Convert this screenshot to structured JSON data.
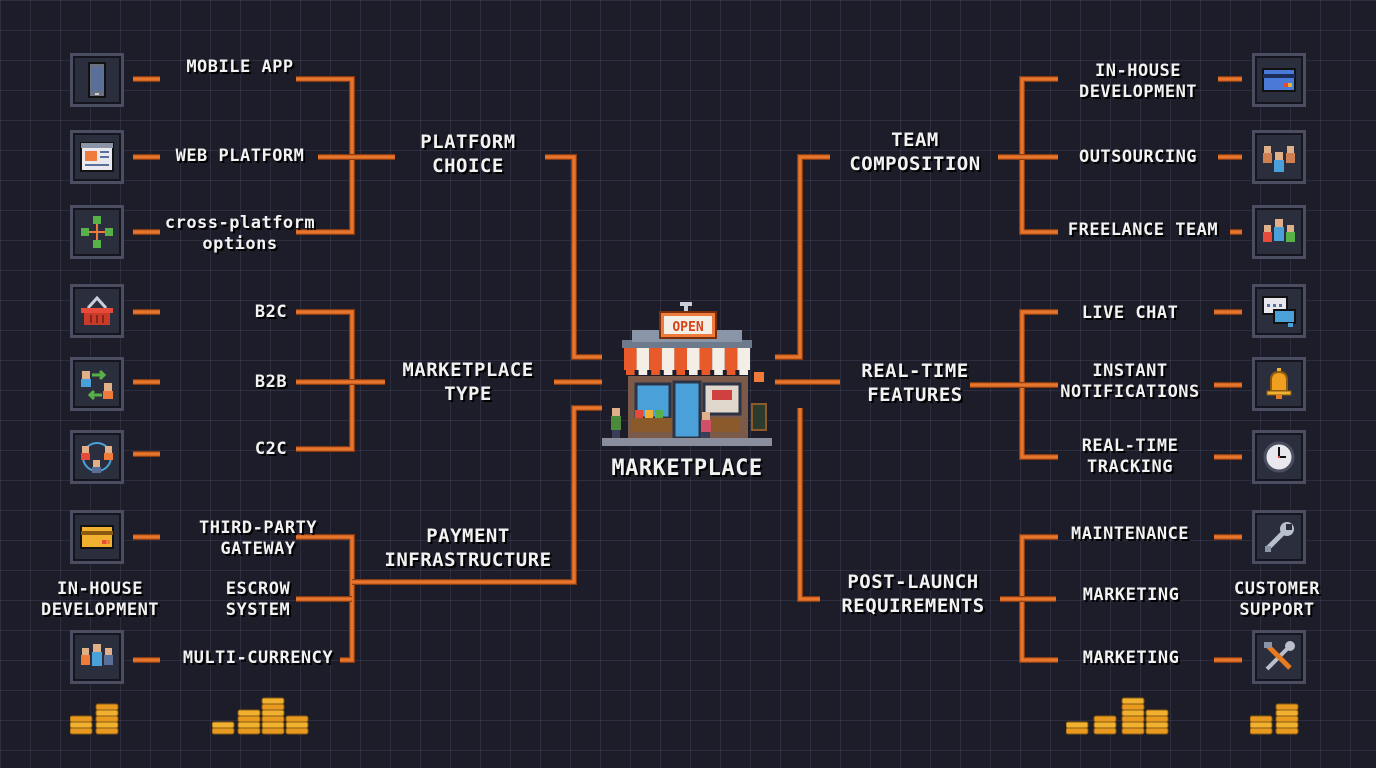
{
  "center": {
    "title": "MARKETPLACE",
    "sign": "OPEN"
  },
  "left": {
    "platform": {
      "title": [
        "PLATFORM",
        "CHOICE"
      ],
      "items": [
        {
          "label": [
            "MOBILE APP"
          ],
          "icon": "phone-icon"
        },
        {
          "label": [
            "WEB PLATFORM"
          ],
          "icon": "browser-icon"
        },
        {
          "label": [
            "cross-platform",
            "options"
          ],
          "icon": "network-icon"
        }
      ]
    },
    "type": {
      "title": [
        "MARKETPLACE",
        "TYPE"
      ],
      "items": [
        {
          "label": [
            "B2C"
          ],
          "icon": "basket-icon"
        },
        {
          "label": [
            "B2B"
          ],
          "icon": "exchange-people-icon"
        },
        {
          "label": [
            "C2C"
          ],
          "icon": "people-cycle-icon"
        }
      ]
    },
    "payment": {
      "title": [
        "PAYMENT",
        "INFRASTRUCTURE"
      ],
      "items": [
        {
          "label": [
            "THIRD-PARTY",
            "GATEWAY"
          ],
          "icon": "credit-card-icon"
        },
        {
          "label": [
            "ESCROW",
            "SYSTEM"
          ]
        },
        {
          "label": [
            "MULTI-CURRENCY"
          ],
          "icon": "team-icon"
        }
      ],
      "side_label": [
        "IN-HOUSE",
        "DEVELOPMENT"
      ]
    }
  },
  "right": {
    "team": {
      "title": [
        "TEAM",
        "COMPOSITION"
      ],
      "items": [
        {
          "label": [
            "IN-HOUSE",
            "DEVELOPMENT"
          ],
          "icon": "card-icon"
        },
        {
          "label": [
            "OUTSOURCING"
          ],
          "icon": "group-icon"
        },
        {
          "label": [
            "FREELANCE TEAM"
          ],
          "icon": "freelance-group-icon"
        }
      ]
    },
    "realtime": {
      "title": [
        "REAL-TIME",
        "FEATURES"
      ],
      "items": [
        {
          "label": [
            "LIVE CHAT"
          ],
          "icon": "chat-icon"
        },
        {
          "label": [
            "INSTANT",
            "NOTIFICATIONS"
          ],
          "icon": "bell-icon"
        },
        {
          "label": [
            "REAL-TIME",
            "TRACKING"
          ],
          "icon": "clock-icon"
        }
      ]
    },
    "postlaunch": {
      "title": [
        "POST-LAUNCH",
        "REQUIREMENTS"
      ],
      "items": [
        {
          "label": [
            "MAINTENANCE"
          ],
          "icon": "wrench-icon"
        },
        {
          "label": [
            "MARKETING"
          ]
        },
        {
          "label": [
            "MARKETING"
          ],
          "icon": "tools-icon"
        }
      ],
      "side_label": [
        "CUSTOMER",
        "SUPPORT"
      ]
    }
  },
  "colors": {
    "wire": "#e8752c",
    "wire_dark": "#8a3d12",
    "text": "#f2f2f2",
    "background": "#1c1d29"
  }
}
